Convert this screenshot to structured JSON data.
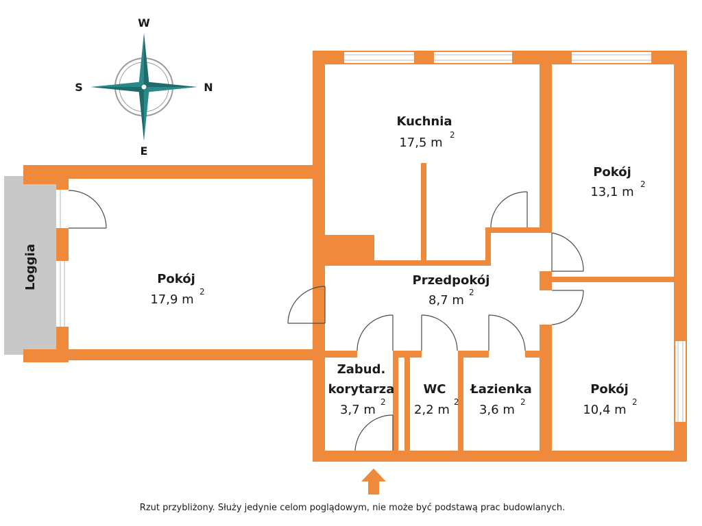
{
  "colors": {
    "wall": "#ef8a3c",
    "compass_teal": "#2a8a8a",
    "loggia_fill": "#c8c8c8",
    "entrance_arrow": "#ef8a3c"
  },
  "compass": {
    "north": "N",
    "south": "S",
    "east": "E",
    "west": "W"
  },
  "loggia": {
    "label": "Loggia"
  },
  "rooms": [
    {
      "name": "Kuchnia",
      "area": "17,5 m",
      "unit_exp": "2"
    },
    {
      "name": "Pokój",
      "area": "13,1 m",
      "unit_exp": "2"
    },
    {
      "name": "Pokój",
      "area": "17,9 m",
      "unit_exp": "2"
    },
    {
      "name": "Przedpokój",
      "area": "8,7 m",
      "unit_exp": "2"
    },
    {
      "name": "Zabud.",
      "name2": "korytarza",
      "area": "3,7 m",
      "unit_exp": "2"
    },
    {
      "name": "WC",
      "area": "2,2 m",
      "unit_exp": "2"
    },
    {
      "name": "Łazienka",
      "area": "3,6 m",
      "unit_exp": "2"
    },
    {
      "name": "Pokój",
      "area": "10,4 m",
      "unit_exp": "2"
    }
  ],
  "entrance": {
    "icon": "entrance-arrow-icon"
  },
  "footer": {
    "disclaimer": "Rzut przybliżony. Służy jedynie celom poglądowym, nie może być podstawą prac budowlanych."
  }
}
